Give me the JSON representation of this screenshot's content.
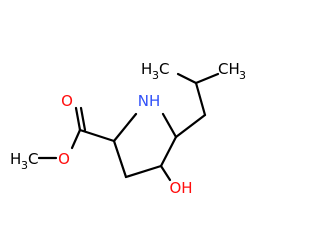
{
  "molecule": {
    "labels": {
      "nh": "NH",
      "oh": "OH",
      "o_carbonyl": "O",
      "o_ester": "O",
      "methyl_left_main": "H",
      "methyl_left_sub": "3",
      "methyl_left_c": "C",
      "methyl_right_main": "CH",
      "methyl_right_sub": "3"
    },
    "colors": {
      "bond": "#000000",
      "nitrogen": "#3050F8",
      "oxygen": "#FF0D0D",
      "carbon": "#000000"
    }
  }
}
